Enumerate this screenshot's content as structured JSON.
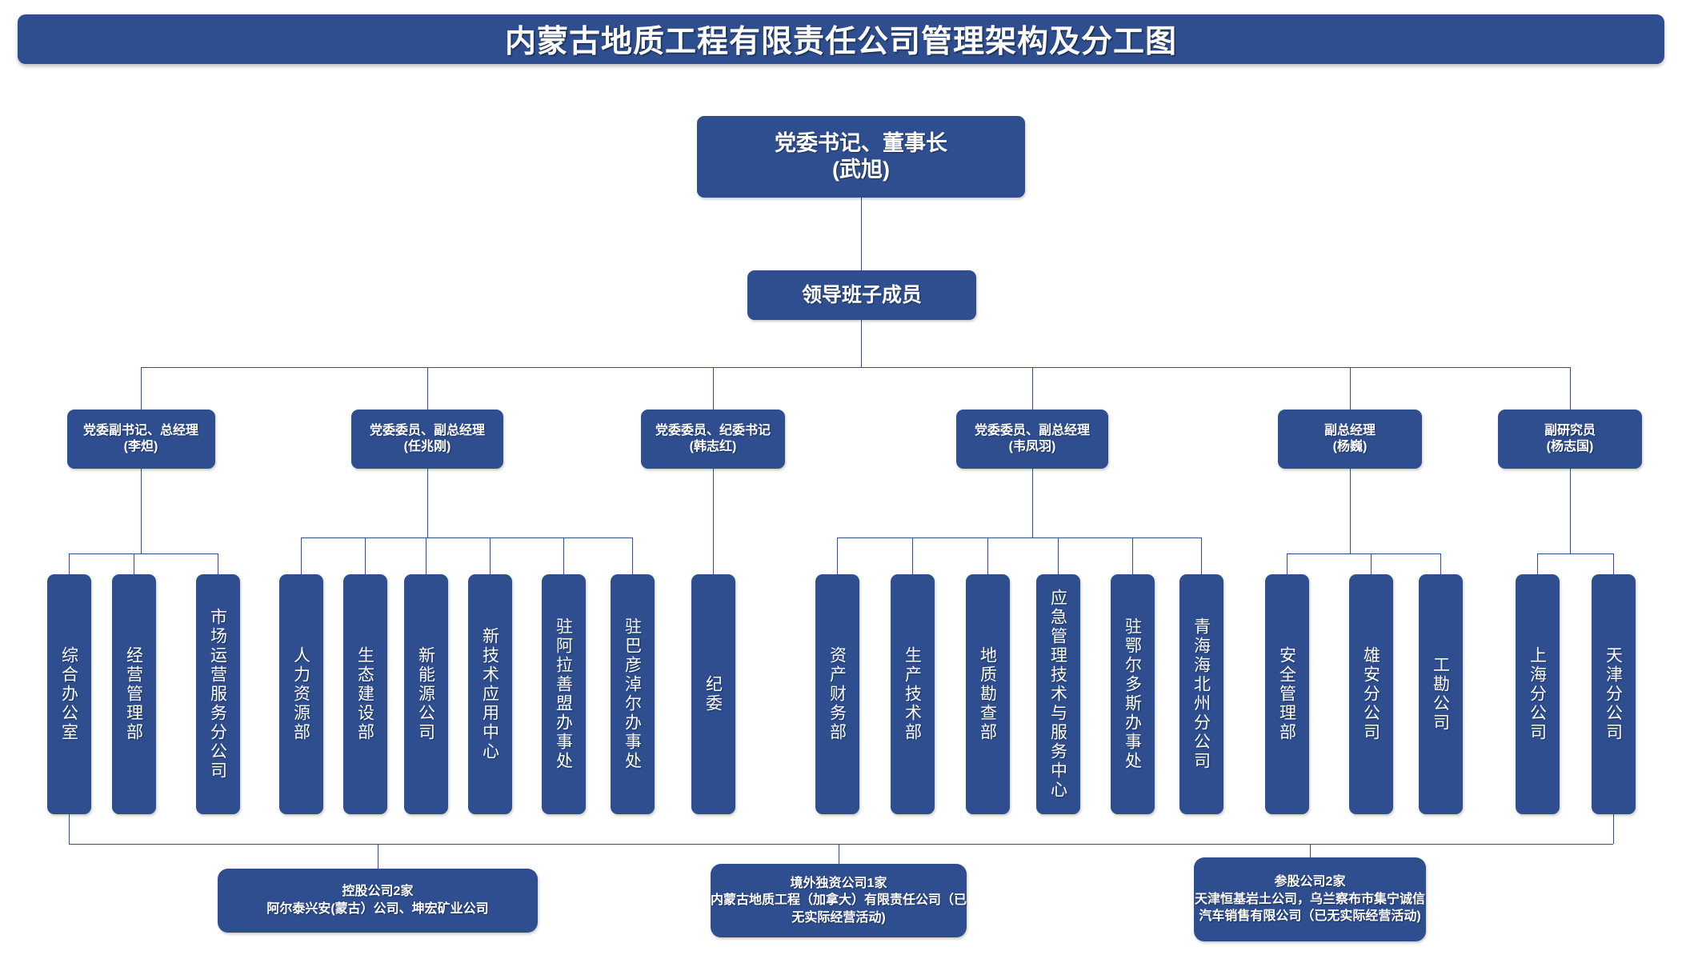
{
  "header": {
    "title": "内蒙古地质工程有限责任公司管理架构及分工图"
  },
  "colors": {
    "box_fill": "#2E4E8F",
    "text": "#FFFFFF",
    "line": "#2E4E8F",
    "background": "#FFFFFF"
  },
  "chart_data": {
    "type": "diagram",
    "diagram_kind": "organization-chart",
    "title": "内蒙古地质工程有限责任公司管理架构及分工图",
    "levels": [
      {
        "level": 1,
        "nodes": [
          "党委书记、董事长\n(武旭)"
        ]
      },
      {
        "level": 2,
        "nodes": [
          "领导班子成员"
        ]
      },
      {
        "level": 3,
        "nodes": [
          "党委副书记、总经理\n(李炟)",
          "党委委员、副总经理\n(任兆刚)",
          "党委委员、纪委书记\n(韩志红)",
          "党委委员、副总经理\n(韦凤羽)",
          "副总经理\n(杨巍)",
          "副研究员\n(杨志国)"
        ]
      },
      {
        "level": 4,
        "nodes": [
          "综合办公室",
          "经营管理部",
          "市场运营服务分公司",
          "人力资源部",
          "生态建设部",
          "新能源公司",
          "新技术应用中心",
          "驻阿拉善盟办事处",
          "驻巴彦淖尔办事处",
          "纪委",
          "资产财务部",
          "生产技术部",
          "地质勘查部",
          "应急管理技术与服务中心",
          "驻鄂尔多斯办事处",
          "青海海北州分公司",
          "安全管理部",
          "雄安分公司",
          "工勘公司",
          "上海分公司",
          "天津分公司"
        ]
      },
      {
        "level": 5,
        "nodes": [
          "控股公司2家\n阿尔泰兴安(蒙古）公司、坤宏矿业公司",
          "境外独资公司1家\n内蒙古地质工程（加拿大）有限责任公司（已无实际经营活动)",
          "参股公司2家\n天津恒基岩土公司，乌兰察布市集宁诚信汽车销售有限公司（已无实际经营活动)"
        ]
      }
    ]
  },
  "chair": {
    "line1": "党委书记、董事长",
    "line2": "(武旭)",
    "label": "党委书记、董事长\n(武旭)"
  },
  "leadership_team": {
    "label": "领导班子成员"
  },
  "executives": [
    {
      "title": "党委副书记、总经理",
      "name": "(李炟)",
      "label": "党委副书记、总经理\n(李炟)"
    },
    {
      "title": "党委委员、副总经理",
      "name": "(任兆刚)",
      "label": "党委委员、副总经理\n(任兆刚)"
    },
    {
      "title": "党委委员、纪委书记",
      "name": "(韩志红)",
      "label": "党委委员、纪委书记\n(韩志红)"
    },
    {
      "title": "党委委员、副总经理",
      "name": "(韦凤羽)",
      "label": "党委委员、副总经理\n(韦凤羽)"
    },
    {
      "title": "副总经理",
      "name": "(杨巍)",
      "label": "副总经理\n(杨巍)"
    },
    {
      "title": "副研究员",
      "name": "(杨志国)",
      "label": "副研究员\n(杨志国)"
    }
  ],
  "departments": [
    {
      "label": "综合办公室",
      "parent": 0
    },
    {
      "label": "经营管理部",
      "parent": 0
    },
    {
      "label": "市场运营服务分公司",
      "parent": 0
    },
    {
      "label": "人力资源部",
      "parent": 1
    },
    {
      "label": "生态建设部",
      "parent": 1
    },
    {
      "label": "新能源公司",
      "parent": 1
    },
    {
      "label": "新技术应用中心",
      "parent": 1
    },
    {
      "label": "驻阿拉善盟办事处",
      "parent": 1
    },
    {
      "label": "驻巴彦淖尔办事处",
      "parent": 1
    },
    {
      "label": "纪委",
      "parent": 2
    },
    {
      "label": "资产财务部",
      "parent": 3
    },
    {
      "label": "生产技术部",
      "parent": 3
    },
    {
      "label": "地质勘查部",
      "parent": 3
    },
    {
      "label": "应急管理技术与服务中心",
      "parent": 3
    },
    {
      "label": "驻鄂尔多斯办事处",
      "parent": 3
    },
    {
      "label": "青海海北州分公司",
      "parent": 3
    },
    {
      "label": "安全管理部",
      "parent": 4
    },
    {
      "label": "雄安分公司",
      "parent": 4
    },
    {
      "label": "工勘公司",
      "parent": 4
    },
    {
      "label": "上海分公司",
      "parent": 5
    },
    {
      "label": "天津分公司",
      "parent": 5
    }
  ],
  "notes": [
    {
      "heading": "控股公司2家",
      "body": "阿尔泰兴安(蒙古）公司、坤宏矿业公司"
    },
    {
      "heading": "境外独资公司1家",
      "body": "内蒙古地质工程（加拿大）有限责任公司（已无实际经营活动)"
    },
    {
      "heading": "参股公司2家",
      "body": "天津恒基岩土公司，乌兰察布市集宁诚信汽车销售有限公司（已无实际经营活动)"
    }
  ]
}
